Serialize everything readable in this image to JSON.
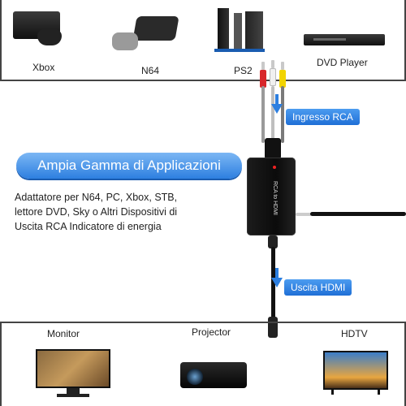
{
  "sources": [
    {
      "label": "Xbox"
    },
    {
      "label": "N64"
    },
    {
      "label": "PS2"
    },
    {
      "label": "DVD Player"
    }
  ],
  "callouts": {
    "input": "Ingresso RCA",
    "output": "Uscita HDMI",
    "headline": "Ampia Gamma di Applicazioni"
  },
  "description": "Adattatore per N64, PC, Xbox, STB, lettore DVD, Sky o Altri Dispositivi di Uscita RCA Indicatore di energia",
  "adapter": {
    "label": "RCA to HDMI"
  },
  "displays": [
    {
      "label": "Monitor"
    },
    {
      "label": "Projector"
    },
    {
      "label": "HDTV"
    }
  ],
  "colors": {
    "accent_blue": "#2d7fe0",
    "rca_yellow": "#f2d400",
    "rca_white": "#f0f0f0",
    "rca_red": "#d8262a"
  }
}
